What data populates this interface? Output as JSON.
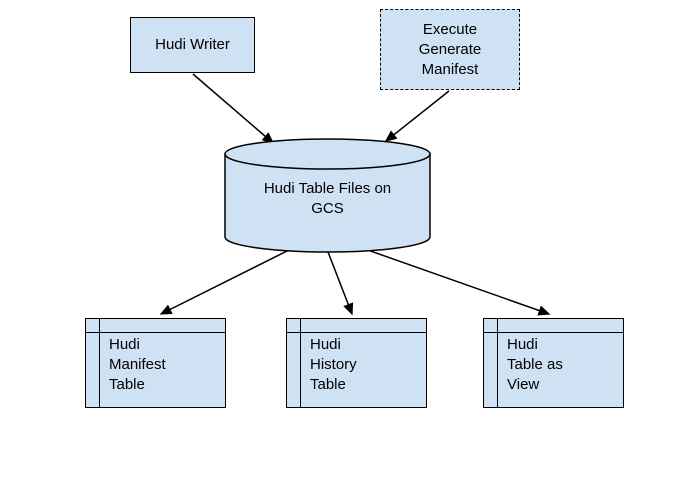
{
  "diagram": {
    "colors": {
      "node_fill": "#cfe2f3",
      "border": "#000000",
      "connector": "#000000",
      "text": "#000000",
      "background": "#ffffff"
    },
    "nodes": {
      "hudi_writer": {
        "label": "Hudi Writer",
        "shape": "rectangle",
        "border_style": "solid"
      },
      "execute_generate_manifest": {
        "label": "Execute\nGenerate\nManifest",
        "shape": "rectangle",
        "border_style": "dashed"
      },
      "gcs": {
        "label": "Hudi Table Files on\nGCS",
        "shape": "cylinder",
        "border_style": "solid"
      },
      "manifest_table": {
        "label": "Hudi\nManifest\nTable",
        "shape": "table",
        "border_style": "solid"
      },
      "history_table": {
        "label": "Hudi\nHistory\nTable",
        "shape": "table",
        "border_style": "solid"
      },
      "table_as_view": {
        "label": "Hudi\nTable as\nView",
        "shape": "table",
        "border_style": "solid"
      }
    },
    "edges": [
      {
        "from": "hudi_writer",
        "to": "gcs"
      },
      {
        "from": "execute_generate_manifest",
        "to": "gcs"
      },
      {
        "from": "gcs",
        "to": "manifest_table"
      },
      {
        "from": "gcs",
        "to": "history_table"
      },
      {
        "from": "gcs",
        "to": "table_as_view"
      }
    ]
  }
}
